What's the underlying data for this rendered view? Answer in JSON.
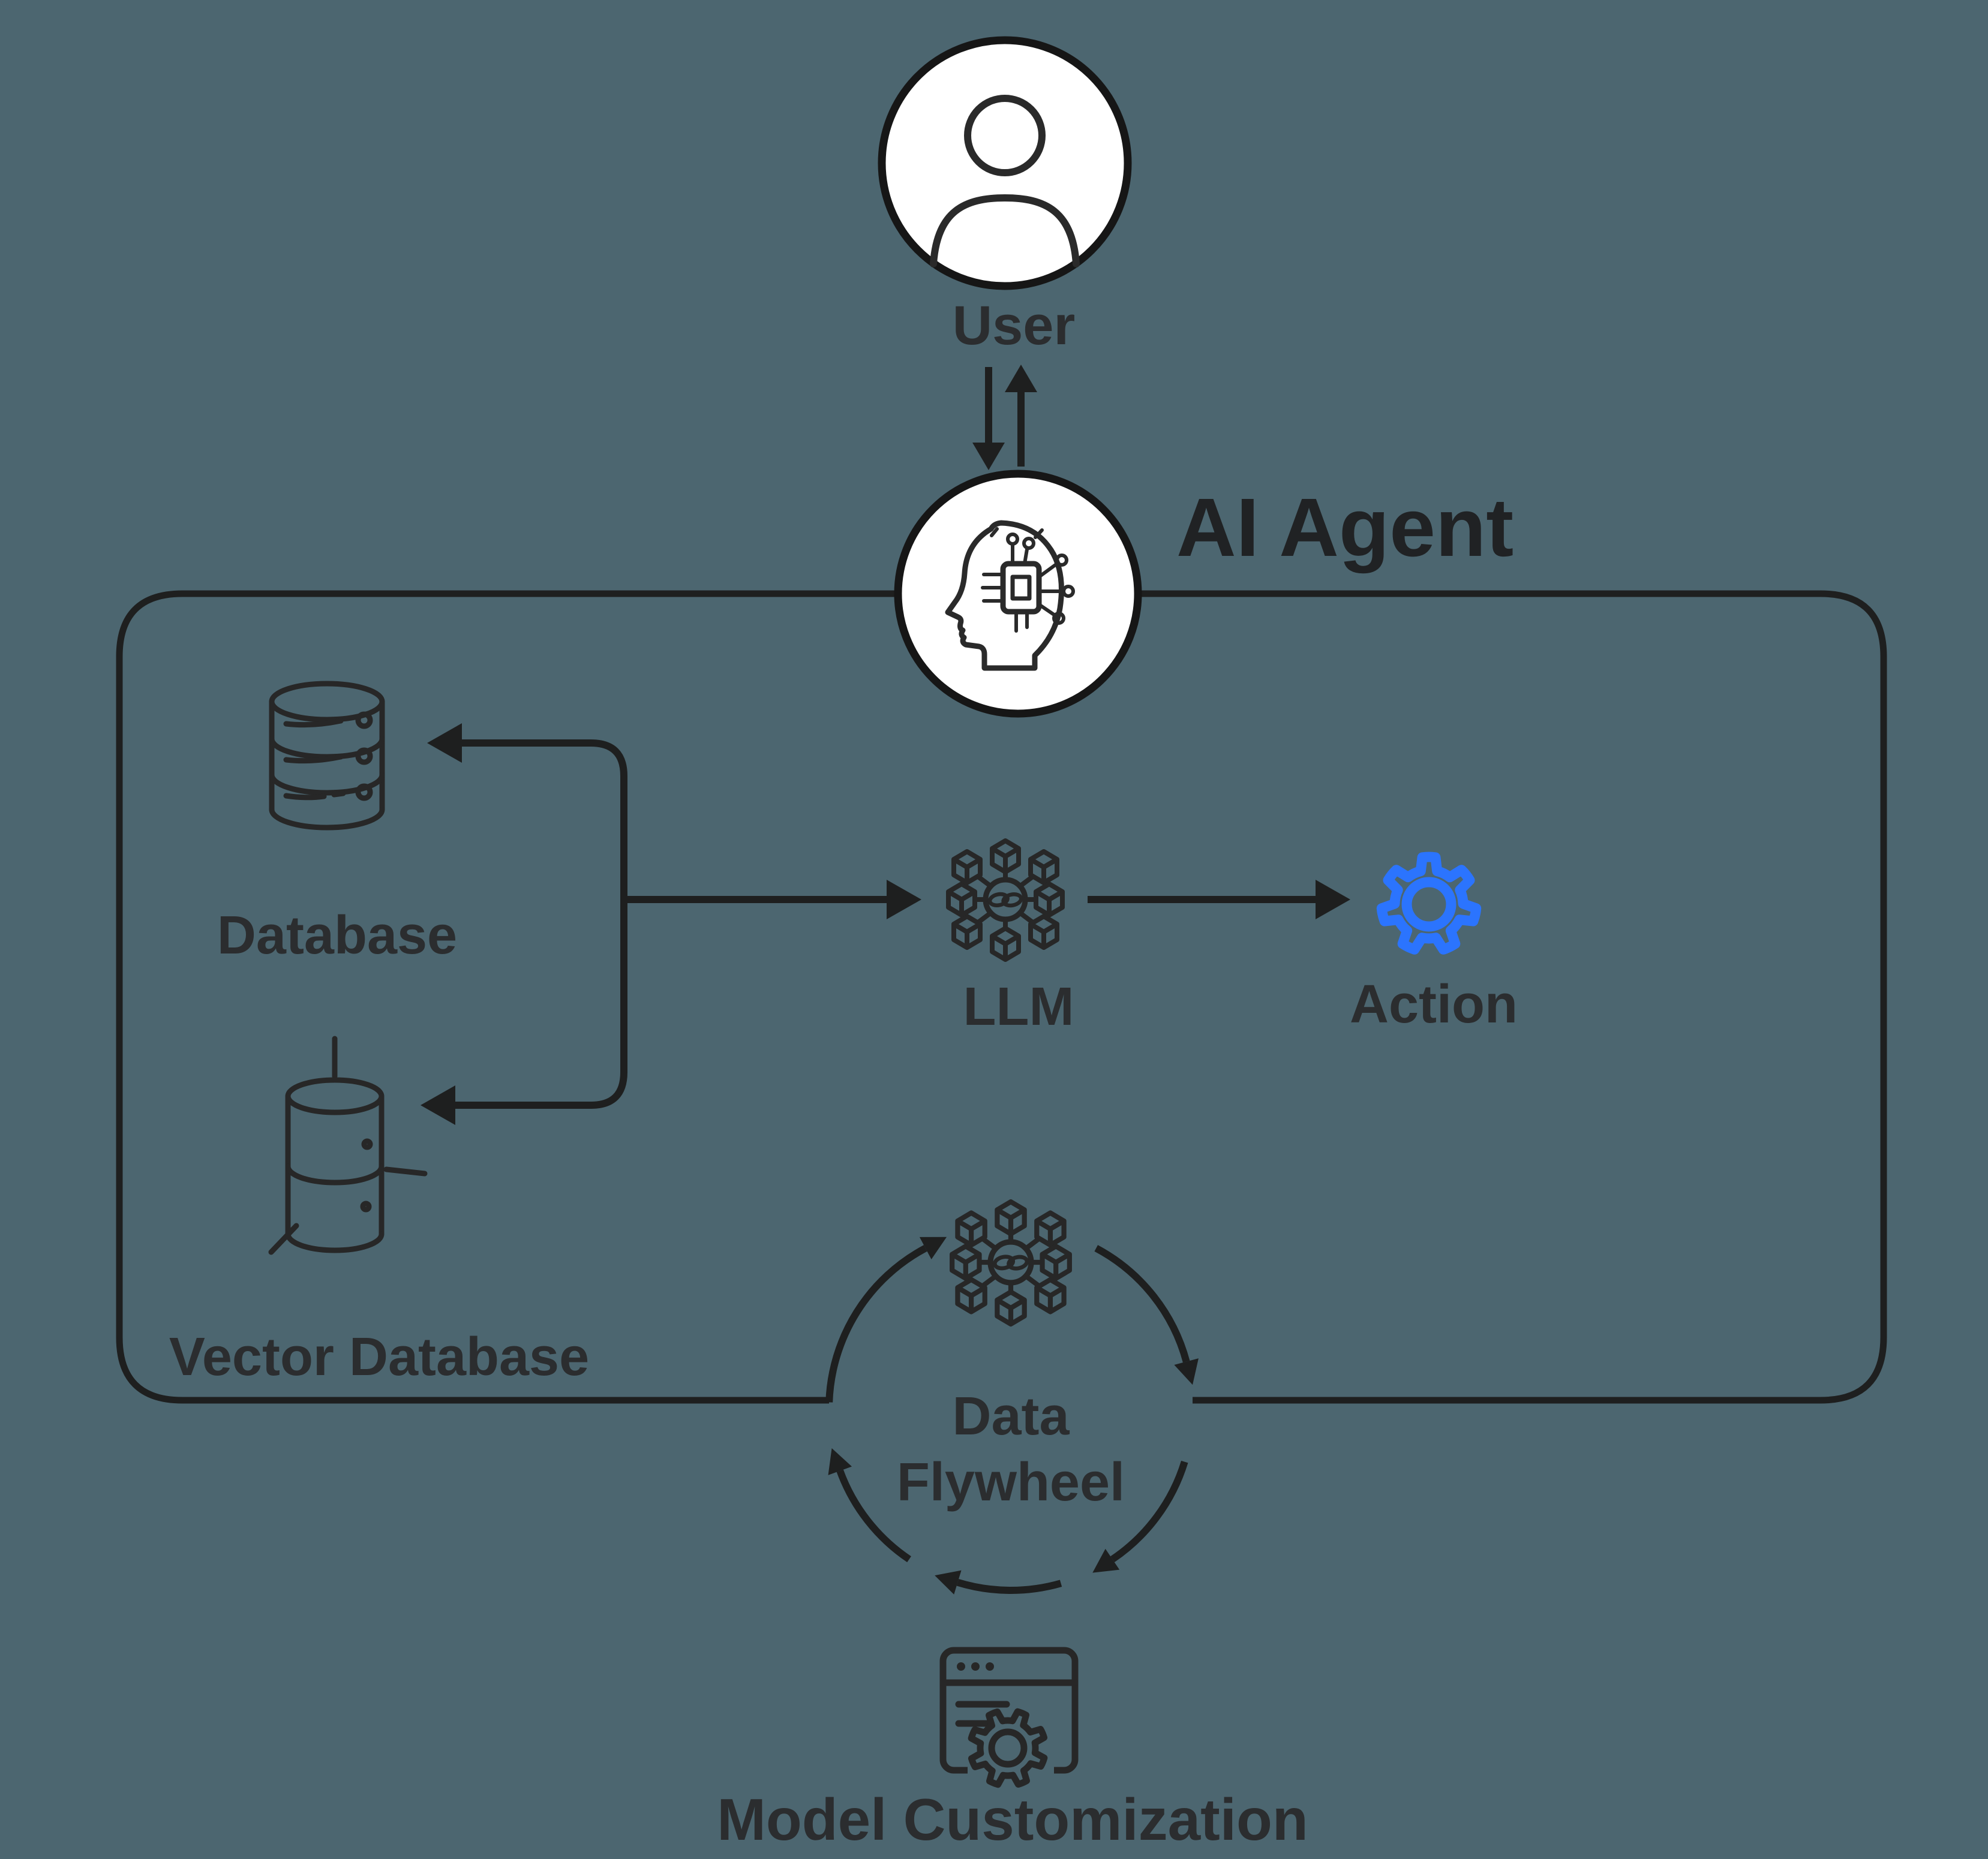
{
  "colors": {
    "background": "#4C6670",
    "ink": "#1E1F1F",
    "label_text": "#2B2D2F",
    "accent_blue": "#2B74FE",
    "node_fill": "#FFFFFF"
  },
  "nodes": {
    "user": {
      "label": "User",
      "icon": "person-icon"
    },
    "ai_agent": {
      "label": "AI Agent",
      "icon": "ai-head-chip-icon"
    },
    "database": {
      "label": "Database",
      "icon": "database-stack-icon"
    },
    "vector_database": {
      "label": "Vector Database",
      "icon": "vector-cylinder-icon"
    },
    "llm": {
      "label": "LLM",
      "icon": "cubes-network-icon"
    },
    "action": {
      "label": "Action",
      "icon": "gear-icon"
    },
    "data_flywheel": {
      "label_lines": [
        "Data",
        "Flywheel"
      ],
      "icon": "cubes-network-icon"
    },
    "model_customization": {
      "label": "Model Customization",
      "icon": "browser-gear-icon"
    }
  },
  "edges": [
    {
      "from": "User",
      "to": "AI Agent",
      "style": "arrow-down"
    },
    {
      "from": "AI Agent",
      "to": "User",
      "style": "arrow-up"
    },
    {
      "from": "retrieval-bracket",
      "to": "Database",
      "style": "arrow-left"
    },
    {
      "from": "retrieval-bracket",
      "to": "Vector Database",
      "style": "arrow-left"
    },
    {
      "from": "retrieval-bracket",
      "to": "LLM",
      "style": "arrow-right"
    },
    {
      "from": "LLM",
      "to": "Action",
      "style": "arrow-right"
    },
    {
      "from": "Data Flywheel",
      "to": "Model Customization",
      "style": "clockwise-cycle-arcs"
    }
  ]
}
